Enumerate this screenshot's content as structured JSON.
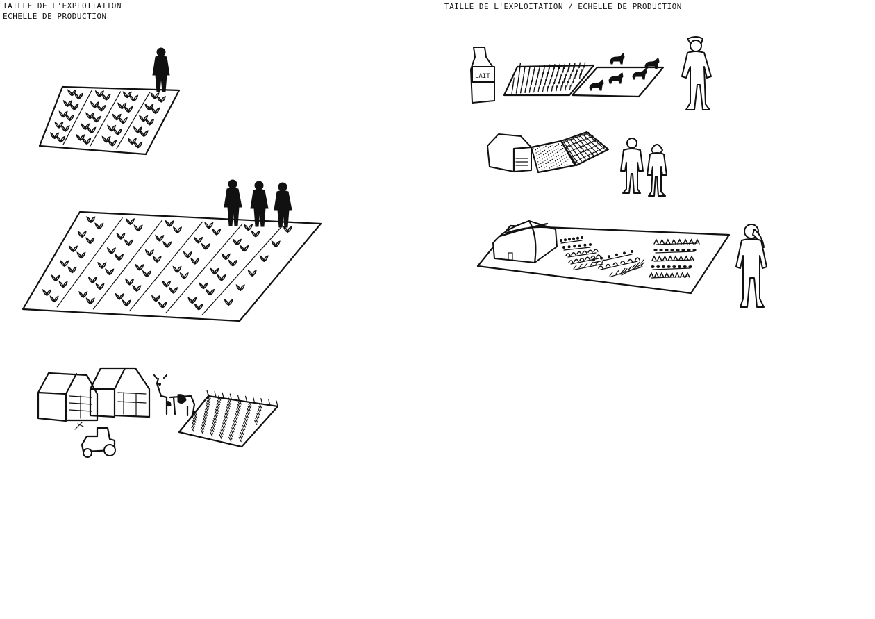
{
  "captions": {
    "left_line1": "TAILLE DE L'EXPLOITATION",
    "left_line2": "ECHELLE DE PRODUCTION",
    "right": "TAILLE DE L'EXPLOITATION / ECHELLE DE PRODUCTION"
  },
  "milk_label": "LAIT",
  "colors": {
    "ink": "#111111",
    "paper": "#ffffff"
  }
}
